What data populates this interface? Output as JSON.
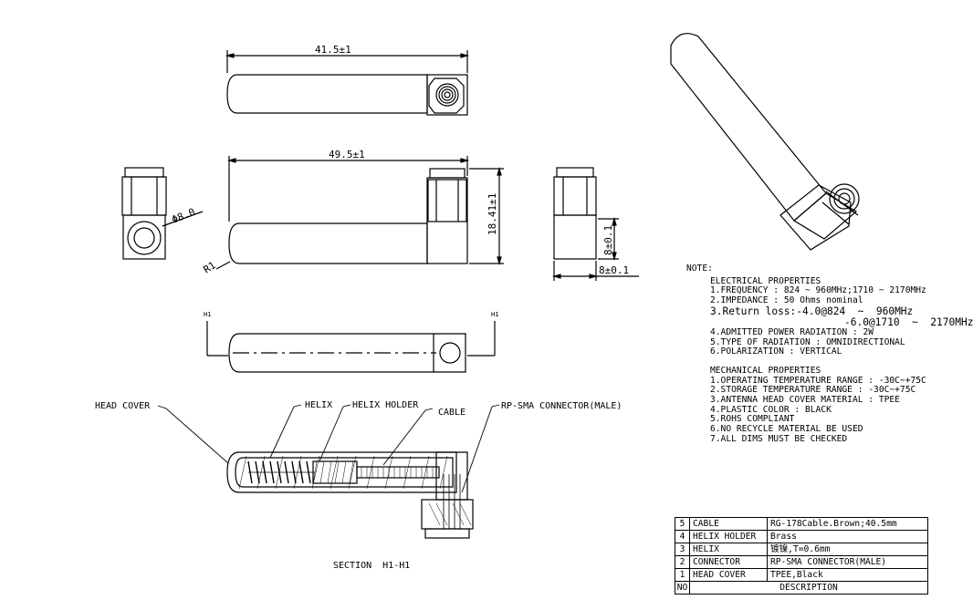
{
  "dimensions": {
    "top_length": "41.5±1",
    "mid_length": "49.5±1",
    "height": "18.41±1",
    "diameter": "Φ8.0",
    "radius": "R1",
    "side_height": "8±0.1",
    "side_width": "8±0.1"
  },
  "section_marks": {
    "left": "H1",
    "right": "H1"
  },
  "callouts": {
    "head_cover": "HEAD COVER",
    "helix": "HELIX",
    "helix_holder": "HELIX HOLDER",
    "cable": "CABLE",
    "connector": "RP-SMA CONNECTOR(MALE)"
  },
  "section_title": "SECTION  H1-H1",
  "notes": {
    "header": "NOTE:",
    "electrical_title": "ELECTRICAL PROPERTIES",
    "electrical": [
      "1.FREQUENCY : 824 ~ 960MHz;1710 ~ 2170MHz",
      "2.IMPEDANCE : 50 Ohms nominal",
      "3.Return loss:-4.0@824  ~  960MHz",
      "-6.0@1710  ~  2170MHz",
      "4.ADMITTED POWER RADIATION : 2W",
      "5.TYPE OF RADIATION : OMNIDIRECTIONAL",
      "6.POLARIZATION : VERTICAL"
    ],
    "mechanical_title": "MECHANICAL PROPERTIES",
    "mechanical": [
      "1.OPERATING TEMPERATURE RANGE : -30C~+75C",
      "2.STORAGE TEMPERATURE RANGE : -30C~+75C",
      "3.ANTENNA HEAD COVER MATERIAL : TPEE",
      "4.PLASTIC COLOR : BLACK",
      "5.ROHS COMPLIANT",
      "6.NO RECYCLE MATERIAL BE USED",
      "7.ALL DIMS MUST BE CHECKED"
    ]
  },
  "bom": {
    "rows": [
      {
        "no": "5",
        "name": "CABLE",
        "desc": "RG-178Cable.Brown;40.5mm"
      },
      {
        "no": "4",
        "name": "HELIX HOLDER",
        "desc": "Brass"
      },
      {
        "no": "3",
        "name": "HELIX",
        "desc": "镀镍,T=0.6mm"
      },
      {
        "no": "2",
        "name": "CONNECTOR",
        "desc": "RP-SMA CONNECTOR(MALE)"
      },
      {
        "no": "1",
        "name": "HEAD COVER",
        "desc": "TPEE,Black"
      }
    ],
    "footer_no": "NO",
    "footer_desc": "DESCRIPTION"
  }
}
